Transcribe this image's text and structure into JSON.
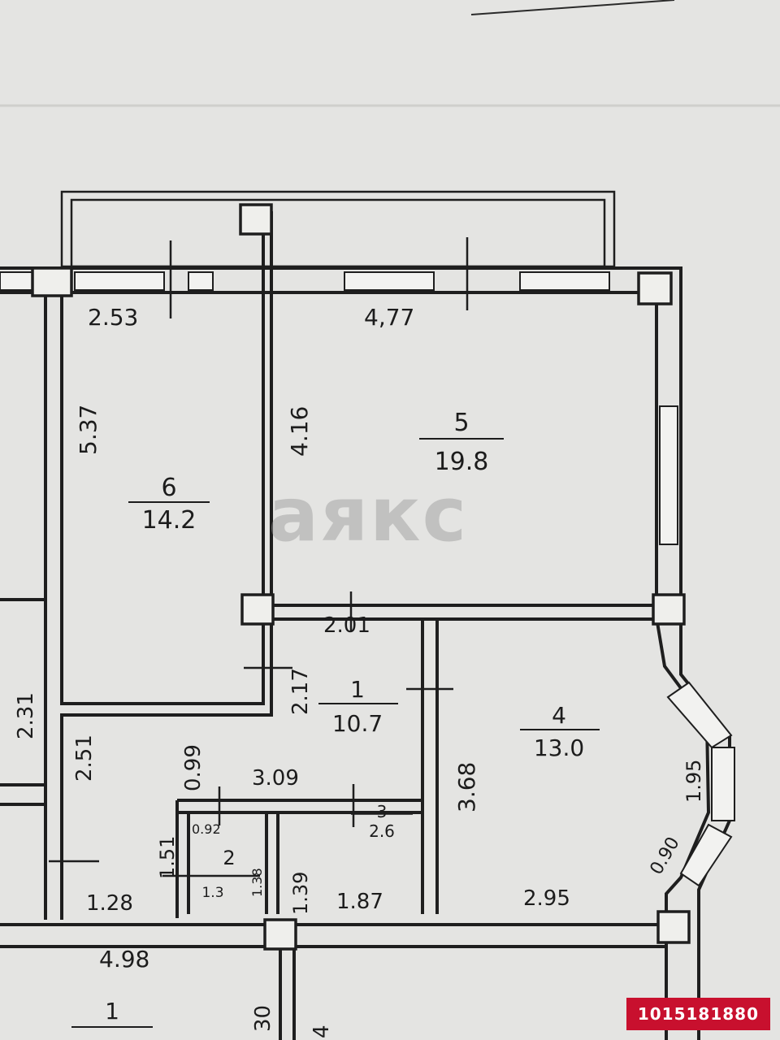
{
  "rooms": [
    {
      "number": "6",
      "area": "14.2"
    },
    {
      "number": "5",
      "area": "19.8"
    },
    {
      "number": "1",
      "area": "10.7"
    },
    {
      "number": "4",
      "area": "13.0"
    },
    {
      "number": "3",
      "area": "2.6"
    },
    {
      "number": "2",
      "area": "1.3"
    },
    {
      "number": "1",
      "area": ""
    }
  ],
  "dimensions": [
    "2.53",
    "4,77",
    "5.37",
    "4.16",
    "2.01",
    "2.17",
    "2.31",
    "2.51",
    "0.99",
    "3.09",
    "3.68",
    "1.95",
    "0.90",
    "0.92",
    "1.38",
    "1.51",
    "1.39",
    "1.28",
    "1.87",
    "2.95",
    "4.98",
    "30",
    "4"
  ],
  "watermark": "аякс",
  "listing_id": "1015181880"
}
